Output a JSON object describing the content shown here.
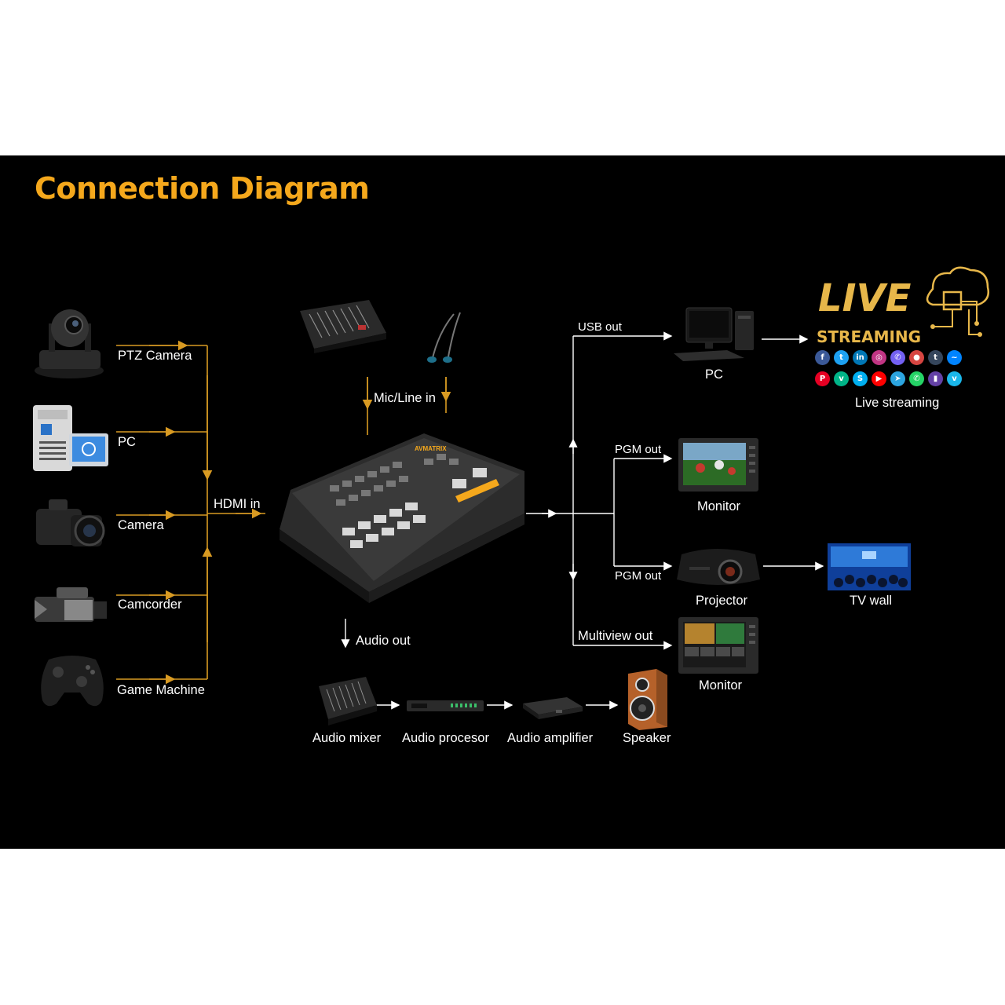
{
  "title": "Connection Diagram",
  "colors": {
    "accent": "#f5a81c",
    "wire_in": "#d89a22",
    "wire_out": "#ffffff",
    "background": "#000000"
  },
  "inputs": {
    "label": "HDMI in",
    "devices": [
      {
        "label": "PTZ Camera",
        "icon": "ptz-camera-icon"
      },
      {
        "label": "PC",
        "icon": "desktop-pc-icon"
      },
      {
        "label": "Camera",
        "icon": "dslr-camera-icon"
      },
      {
        "label": "Camcorder",
        "icon": "camcorder-icon"
      },
      {
        "label": "Game Machine",
        "icon": "gamepad-icon"
      }
    ]
  },
  "audio_in": {
    "label": "Mic/Line in",
    "icons": [
      "mixer-icon",
      "microphone-icon"
    ]
  },
  "switcher": {
    "brand": "AVMATRIX",
    "icon": "video-switcher-icon"
  },
  "outputs": {
    "usb": {
      "label": "USB out",
      "device": "PC",
      "icon": "desktop-pc-icon"
    },
    "pgm1": {
      "label": "PGM out",
      "device": "Monitor",
      "icon": "monitor-icon"
    },
    "pgm2": {
      "label": "PGM out",
      "device": "Projector",
      "icon": "projector-icon"
    },
    "tv_wall": {
      "device": "TV wall",
      "icon": "tv-wall-icon"
    },
    "multiview": {
      "label": "Multiview out",
      "device": "Monitor",
      "icon": "monitor-icon"
    }
  },
  "live": {
    "logo_line1": "LIVE",
    "logo_line2": "STREAMING",
    "label": "Live streaming",
    "social_row1": [
      "facebook-icon",
      "twitter-icon",
      "linkedin-icon",
      "instagram-icon",
      "viber-icon",
      "periscope-icon",
      "tumblr-icon",
      "messenger-icon"
    ],
    "social_row2": [
      "pinterest-icon",
      "vine-icon",
      "skype-icon",
      "youtube-icon",
      "telegram-icon",
      "whatsapp-icon",
      "twitch-icon",
      "vimeo-icon"
    ]
  },
  "audio_out": {
    "label": "Audio out",
    "chain": [
      {
        "label": "Audio mixer",
        "icon": "mixer-icon"
      },
      {
        "label": "Audio procesor",
        "icon": "audio-processor-icon"
      },
      {
        "label": "Audio amplifier",
        "icon": "amplifier-icon"
      },
      {
        "label": "Speaker",
        "icon": "speaker-icon"
      }
    ]
  }
}
